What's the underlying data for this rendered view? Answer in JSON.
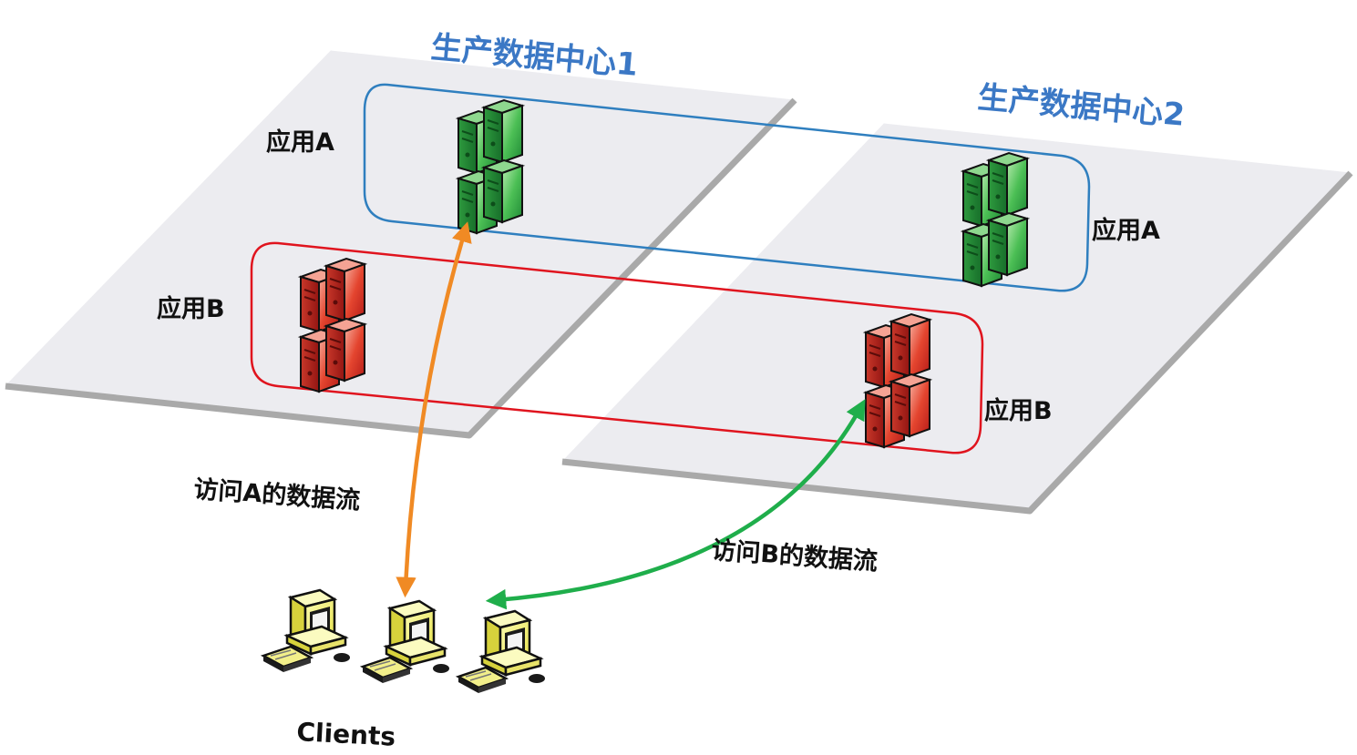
{
  "datacenters": [
    {
      "title": "生产数据中心1",
      "app_a_label": "应用A",
      "app_b_label": "应用B"
    },
    {
      "title": "生产数据中心2",
      "app_a_label": "应用A",
      "app_b_label": "应用B"
    }
  ],
  "flows": {
    "a_label": "访问A的数据流",
    "b_label": "访问B的数据流"
  },
  "clients": {
    "label": "Clients",
    "count": 3
  },
  "colors": {
    "title": "#3b78c5",
    "app_a_group": "#2f7fbf",
    "app_b_group": "#e0141e",
    "flow_a": "#f08a24",
    "flow_b": "#1fae4b",
    "server_a": "#3cb54a",
    "server_b": "#e53c2e",
    "client": "#f0ef6a"
  }
}
